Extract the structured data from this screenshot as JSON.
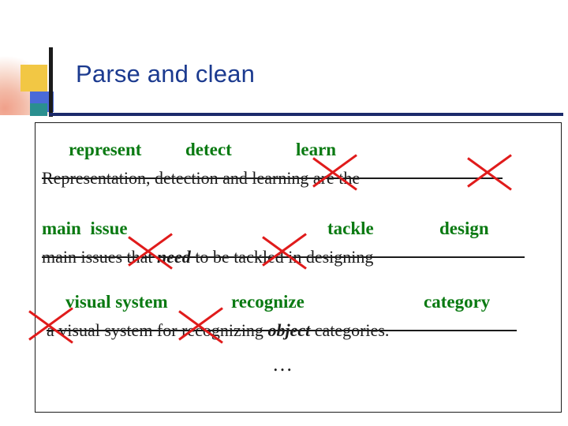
{
  "slide": {
    "title": "Parse and clean",
    "accent_blue": "#1b3a8f",
    "accent_green": "#0a7a12",
    "accent_red": "#e01b1b"
  },
  "lines": [
    {
      "keywords": [
        "represent",
        "detect",
        "learn"
      ],
      "sentence": "Representation, detection and learning are the"
    },
    {
      "keywords": [
        "main  issue",
        "tackle",
        "design"
      ],
      "sentence_parts": [
        "main issues that ",
        "need",
        " to be tackled in designing"
      ]
    },
    {
      "keywords": [
        "visual system",
        "recognize",
        "category"
      ],
      "sentence_parts": [
        "a visual system for recognizing ",
        "object",
        " categories."
      ]
    }
  ],
  "ellipsis": "…"
}
